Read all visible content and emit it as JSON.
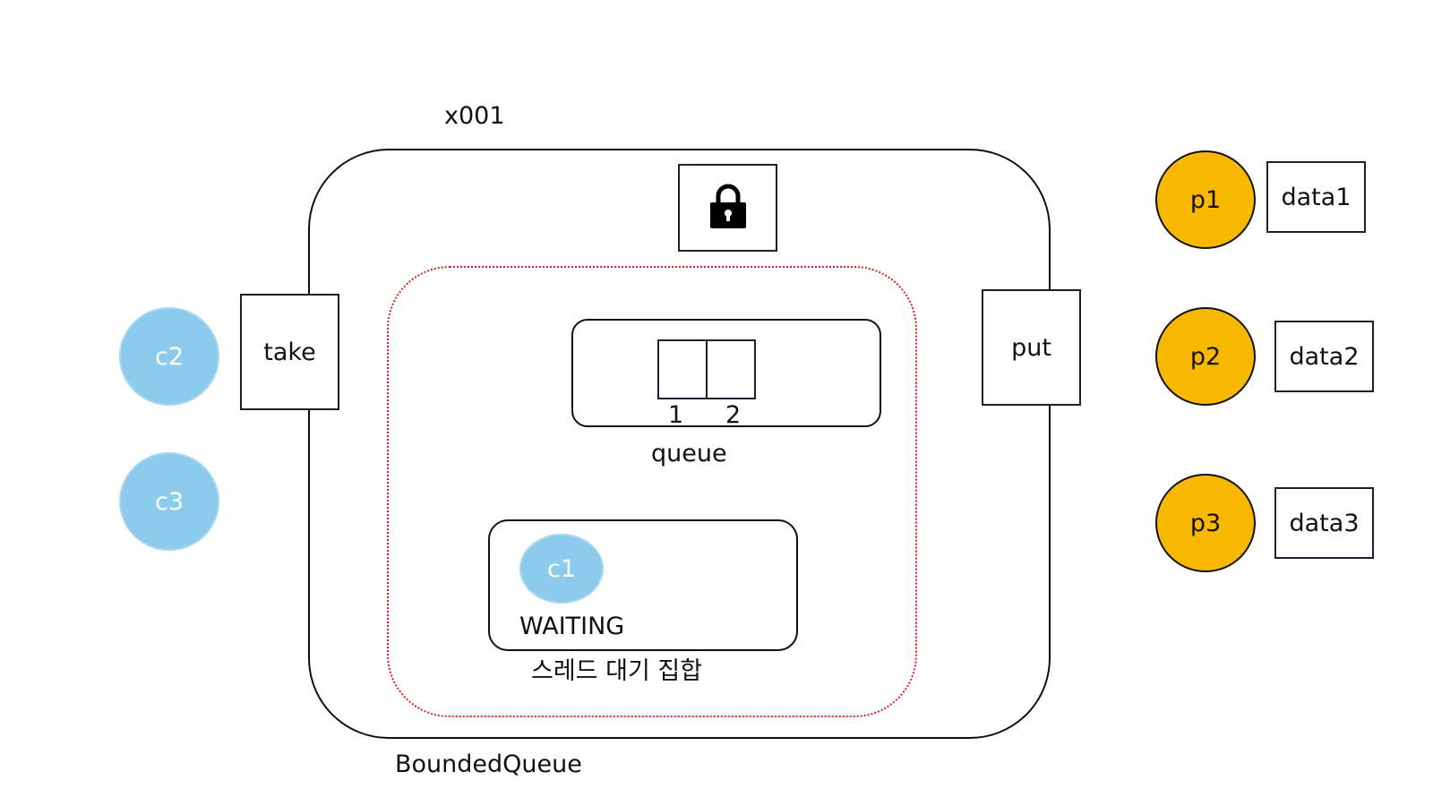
{
  "monitor": {
    "address": "x001",
    "name": "BoundedQueue",
    "lock_icon": "lock-icon"
  },
  "methods": {
    "take": "take",
    "put": "put"
  },
  "queue": {
    "label": "queue",
    "slot_1": "1",
    "slot_2": "2"
  },
  "wait_set": {
    "label": "스레드 대기 집합",
    "thread": "c1",
    "state": "WAITING"
  },
  "consumers": [
    "c2",
    "c3"
  ],
  "producers": [
    {
      "name": "p1",
      "data": "data1"
    },
    {
      "name": "p2",
      "data": "data2"
    },
    {
      "name": "p3",
      "data": "data3"
    }
  ],
  "colors": {
    "consumer": "#8dcbec",
    "producer": "#f9b800",
    "wait_area_border": "#e0201c"
  }
}
